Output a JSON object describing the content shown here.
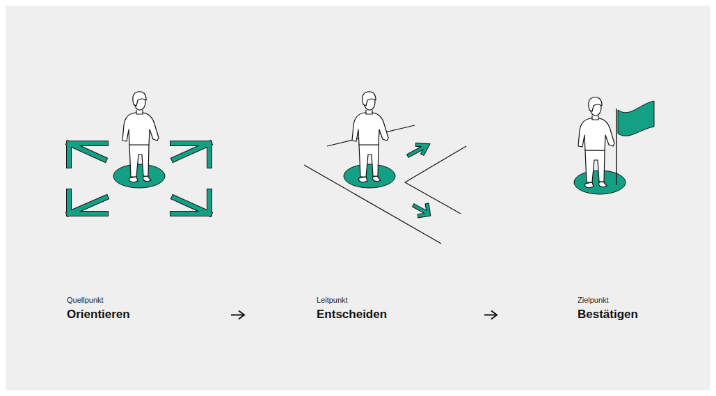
{
  "diagram": {
    "nodes": [
      {
        "text": [
          "Quellpunkt",
          "Orientieren"
        ]
      },
      {
        "text": [
          "Leitpunkt",
          "Entscheiden"
        ]
      },
      {
        "text": [
          "Zielpunkt",
          "Bestätigen"
        ]
      }
    ],
    "edges": [
      {
        "from": 0,
        "to": 1,
        "arrow": "to"
      },
      {
        "from": 1,
        "to": 2,
        "arrow": "to"
      }
    ]
  }
}
